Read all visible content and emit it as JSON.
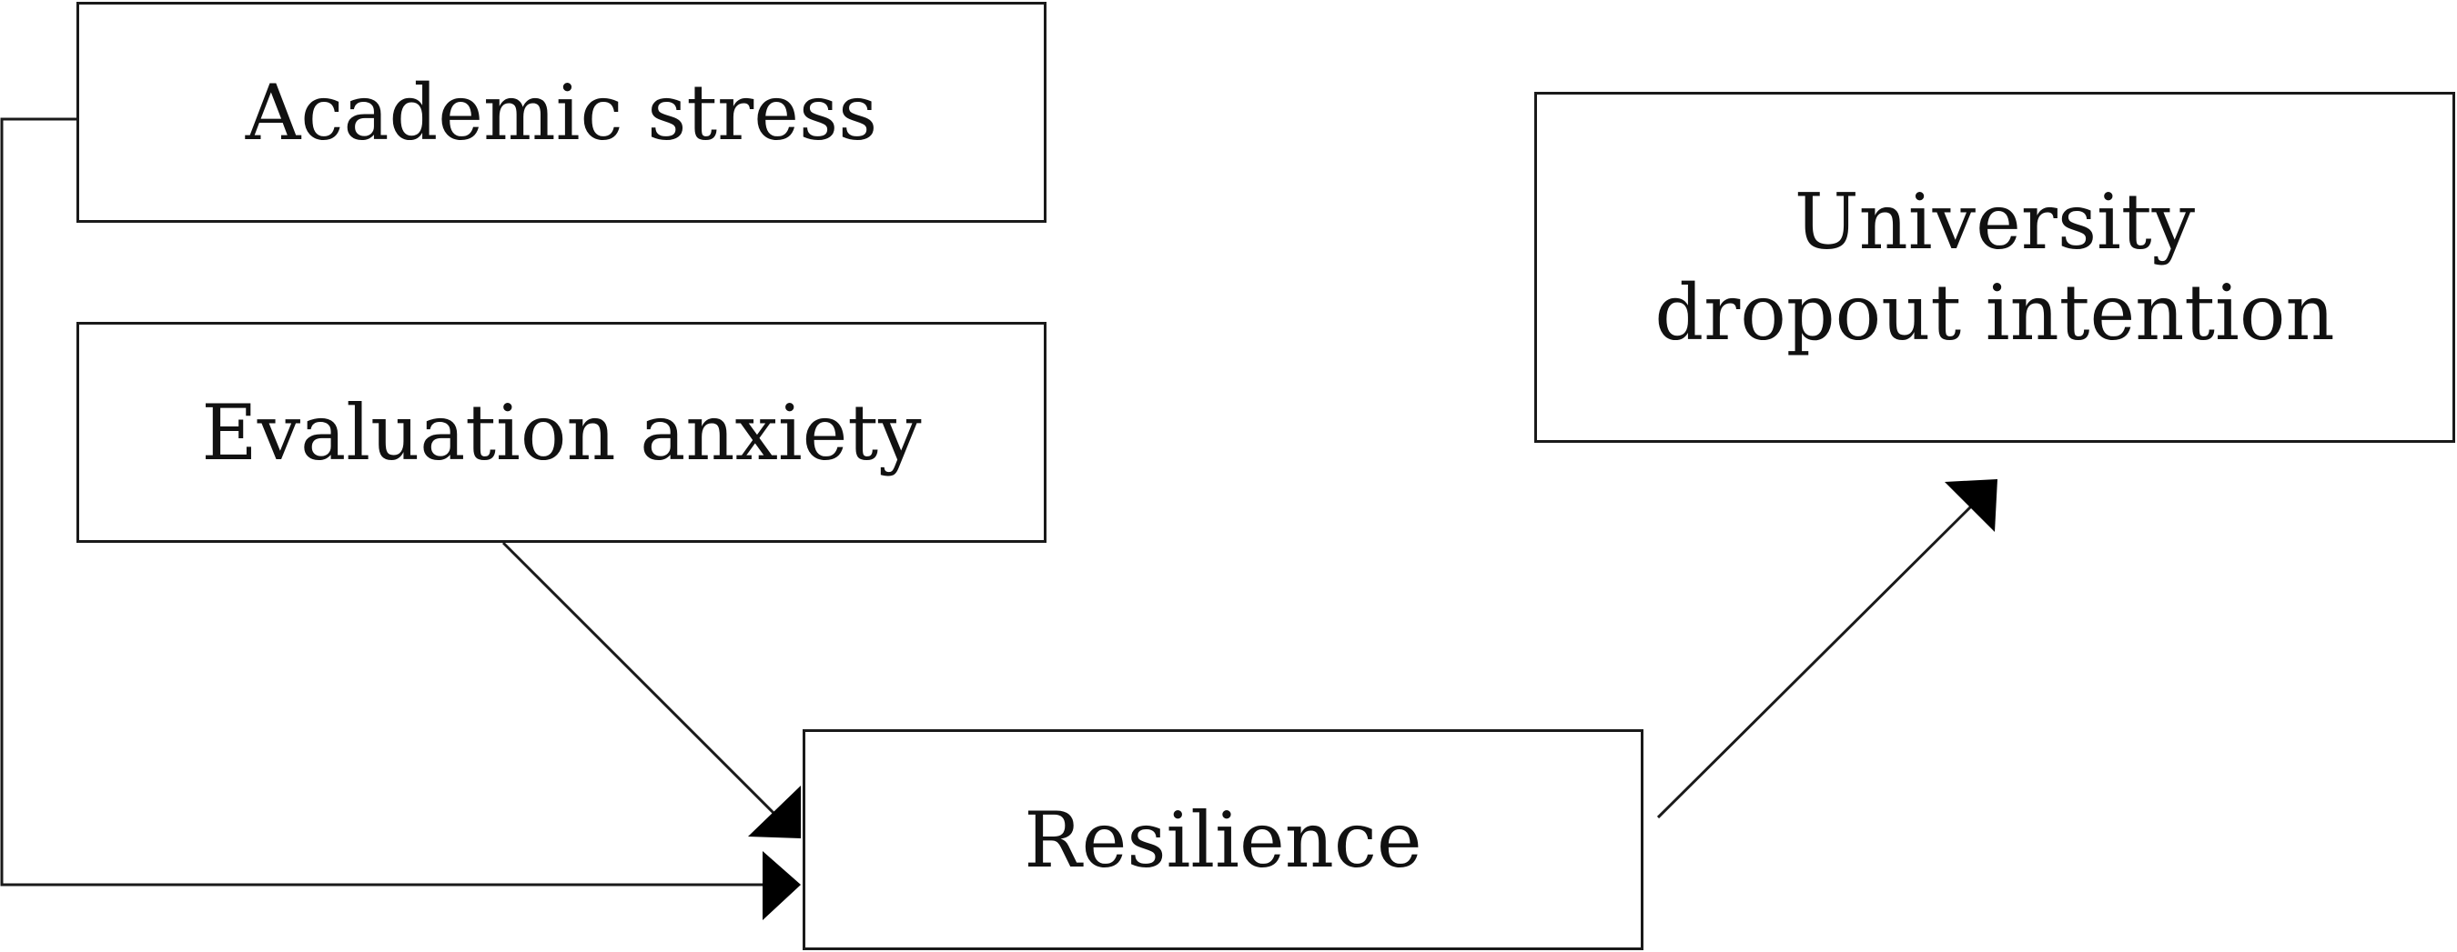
{
  "nodes": {
    "academic_stress": "Academic stress",
    "evaluation_anxiety": "Evaluation anxiety",
    "resilience": "Resilience",
    "dropout_intention": "University dropout intention"
  },
  "edges": [
    {
      "from": "Academic stress",
      "to": "Resilience"
    },
    {
      "from": "Evaluation anxiety",
      "to": "Resilience"
    },
    {
      "from": "Resilience",
      "to": "University dropout intention"
    }
  ],
  "colors": {
    "line": "#1a1a1a",
    "text": "#111111",
    "background": "#ffffff"
  }
}
